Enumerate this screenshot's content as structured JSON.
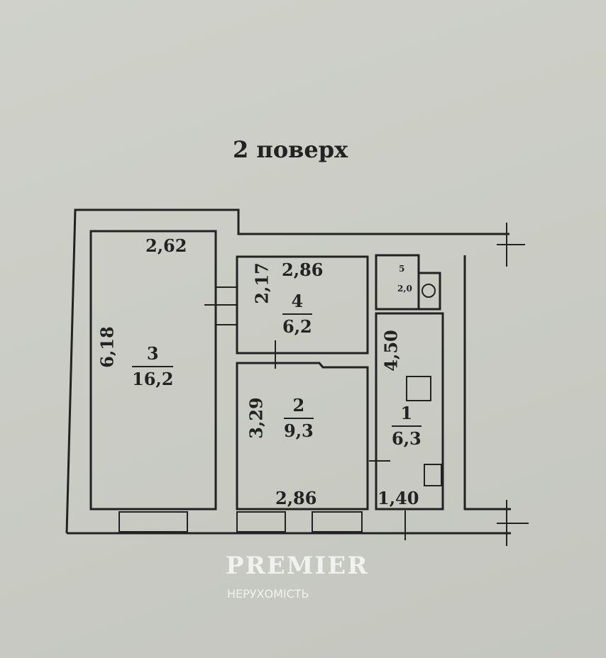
{
  "title": "2 поверх",
  "rooms": [
    {
      "number": "1",
      "area": "6,3",
      "dims": [
        "4,50",
        "1,40"
      ]
    },
    {
      "number": "2",
      "area": "9,3",
      "dims": [
        "3,29",
        "2,86"
      ]
    },
    {
      "number": "3",
      "area": "16,2",
      "dims": [
        "6,18",
        "2,62"
      ]
    },
    {
      "number": "4",
      "area": "6,2",
      "dims": [
        "2,17",
        "2,86"
      ]
    },
    {
      "number": "5",
      "area": "2,0"
    }
  ],
  "watermark": {
    "brand": "PREMIER",
    "subtitle": "НЕРУХОМІСТЬ"
  }
}
